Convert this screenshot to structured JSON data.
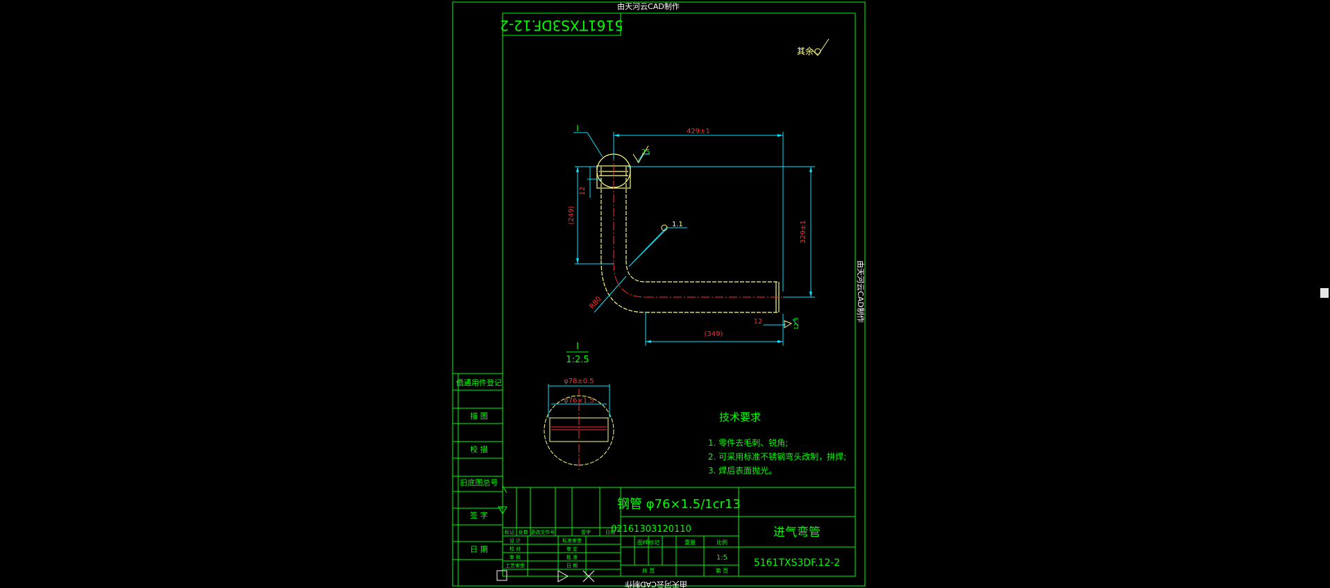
{
  "watermark": "由天河云CAD制作",
  "drawing_number_mirrored": "5161TXS3DF.12-2",
  "drawing_number": "5161TXS3DF.12-2",
  "part_name": "进气弯管",
  "material": "钢管 φ76×1.5/1cr13",
  "part_code": "02161303120110",
  "scale": "1:5",
  "surface_finish_remaining": "其余",
  "roughness_25": "25",
  "roughness_12_5": "12.5",
  "weld_symbol": "1.1",
  "dimensions": {
    "top_length": "429±1",
    "right_height": "329±1",
    "bottom_length": "(349)",
    "left_height": "(249)",
    "small_12_left": "12",
    "small_12_right": "12",
    "bend_radius": "R80"
  },
  "detail": {
    "label": "I",
    "callout_label": "I",
    "scale": "1:2.5",
    "outer_diameter": "φ78±0.5",
    "pipe_spec": "φ76×1.5"
  },
  "tech_requirements": {
    "title": "技术要求",
    "items": [
      "1. 零件去毛刺、锐角;",
      "2. 可采用标准不锈钢弯头改制，拼焊;",
      "3. 焊后表面抛光。"
    ]
  },
  "side_table": [
    "借通用件登记",
    "描  图",
    "校  描",
    "旧底图总号",
    "签  字",
    "日  期"
  ],
  "title_block": {
    "rev_headers": [
      "标记",
      "处数",
      "更改文件号",
      "签字",
      "日期"
    ],
    "roles_left": [
      "设  计",
      "校  对",
      "审  核",
      "工艺审查"
    ],
    "roles_right": [
      "标准审查",
      "审  定",
      "批  准",
      "日  期"
    ],
    "stage_label": "图样标记",
    "weight_label": "重量",
    "scale_label": "比例",
    "sheets_label": "共  页",
    "sheet_label": "第  页"
  },
  "colors": {
    "frame": "#00ff00",
    "geometry": "#ffff80",
    "dimension": "#00e5ff",
    "dimension_text": "#ff3030",
    "centerline": "#ff3030",
    "text": "#00ff00",
    "white": "#ffffff"
  }
}
